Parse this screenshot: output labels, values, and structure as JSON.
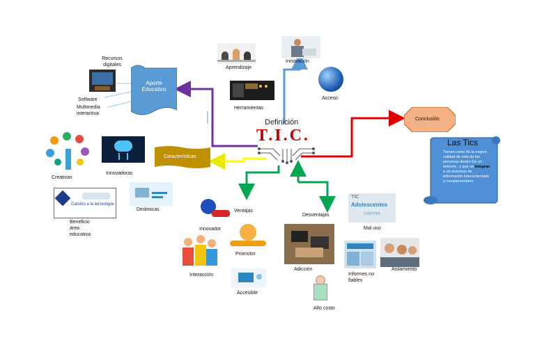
{
  "center": {
    "top": "Definición",
    "main": "T.I.C."
  },
  "aporte": {
    "title": "Aporte Educativo",
    "recursos": "Recursos digitales",
    "software": "Software",
    "multimedia": "Multimedia interactiva"
  },
  "top": {
    "aprendizaje": "Aprendizaje",
    "innovacion": "Innovación",
    "herramientas": "Herramientas",
    "acceso": "Acceso"
  },
  "caracteristicas": {
    "title": "Características",
    "creativas": "Creativas",
    "innovadoras": "Innovadoras",
    "dinamicas": "Dinámicas",
    "beneficio": "Beneficio área educativa",
    "camino": "Camino a la tecnología"
  },
  "ventajas": {
    "title": "Ventajas",
    "innovador": "Innovador",
    "promotor": "Promotor",
    "interaccion": "Interacción",
    "accesible": "Accesible"
  },
  "desventajas": {
    "title": "Desventajas",
    "mal_uso": "Mal uso",
    "adiccion": "Adicción",
    "informes": "Informes no fiables",
    "aislamiento": "Aislamiento",
    "alto_costo": "Alto costo",
    "adolescentes": "Adolescentes",
    "tic": "TIC",
    "internet": "Internet"
  },
  "conclusion": {
    "title": "Conclusión",
    "scroll_title": "Las Tics",
    "text_a": "Tienen como fin la mejora calidad de vida de las personas dentro De un entorno , y que se",
    "text_bold": "Integran",
    "text_b": "a un sistemas de información interconectado y complementario."
  },
  "colors": {
    "purple": "#7030a0",
    "blue": "#5b9bd5",
    "red": "#e00000",
    "yellow": "#ffff00",
    "green": "#00a651",
    "doc": "#5b9bd5",
    "octagon": "#f4b183",
    "scroll": "#4f8fd6",
    "gold": "#bf9000"
  }
}
